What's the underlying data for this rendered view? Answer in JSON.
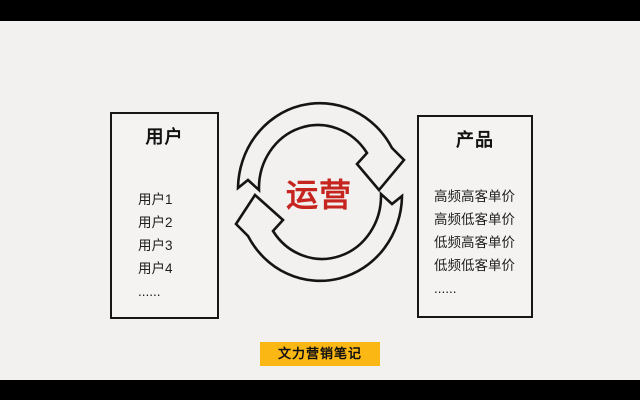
{
  "left_box": {
    "title": "用户",
    "items": [
      "用户1",
      "用户2",
      "用户3",
      "用户4",
      "......"
    ]
  },
  "right_box": {
    "title": "产品",
    "items": [
      "高频高客单价",
      "高频低客单价",
      "低频高客单价",
      "低频低客单价",
      "......"
    ]
  },
  "center": {
    "label": "运营",
    "label_color": "#c5251e",
    "cycle_direction": "clockwise"
  },
  "badge": {
    "text": "文力营销笔记",
    "bg_color": "#fbb714"
  },
  "colors": {
    "background": "#f2f1ef",
    "letterbox": "#000000",
    "box_border": "#161616",
    "line": "#141414"
  }
}
